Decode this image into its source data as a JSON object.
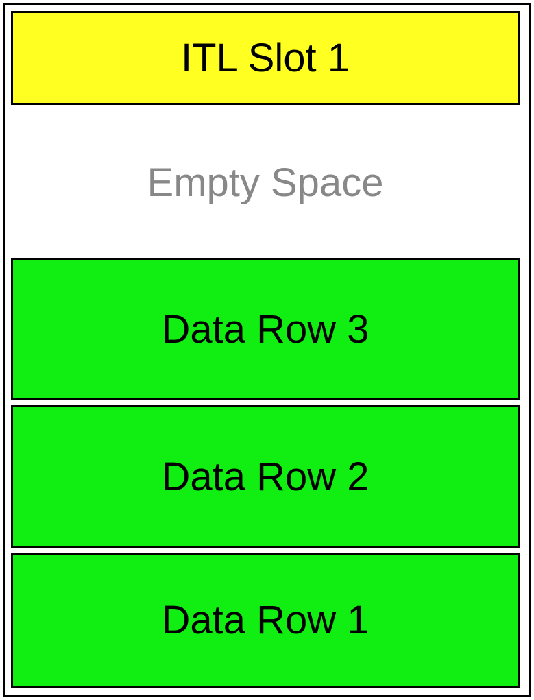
{
  "colors": {
    "slot": "#ffff22",
    "data_row": "#11ee11",
    "empty_text": "#888888",
    "border": "#000000"
  },
  "blocks": {
    "itl_slot": "ITL Slot 1",
    "empty_space": "Empty Space",
    "data_row_3": "Data Row 3",
    "data_row_2": "Data Row 2",
    "data_row_1": "Data Row 1"
  }
}
